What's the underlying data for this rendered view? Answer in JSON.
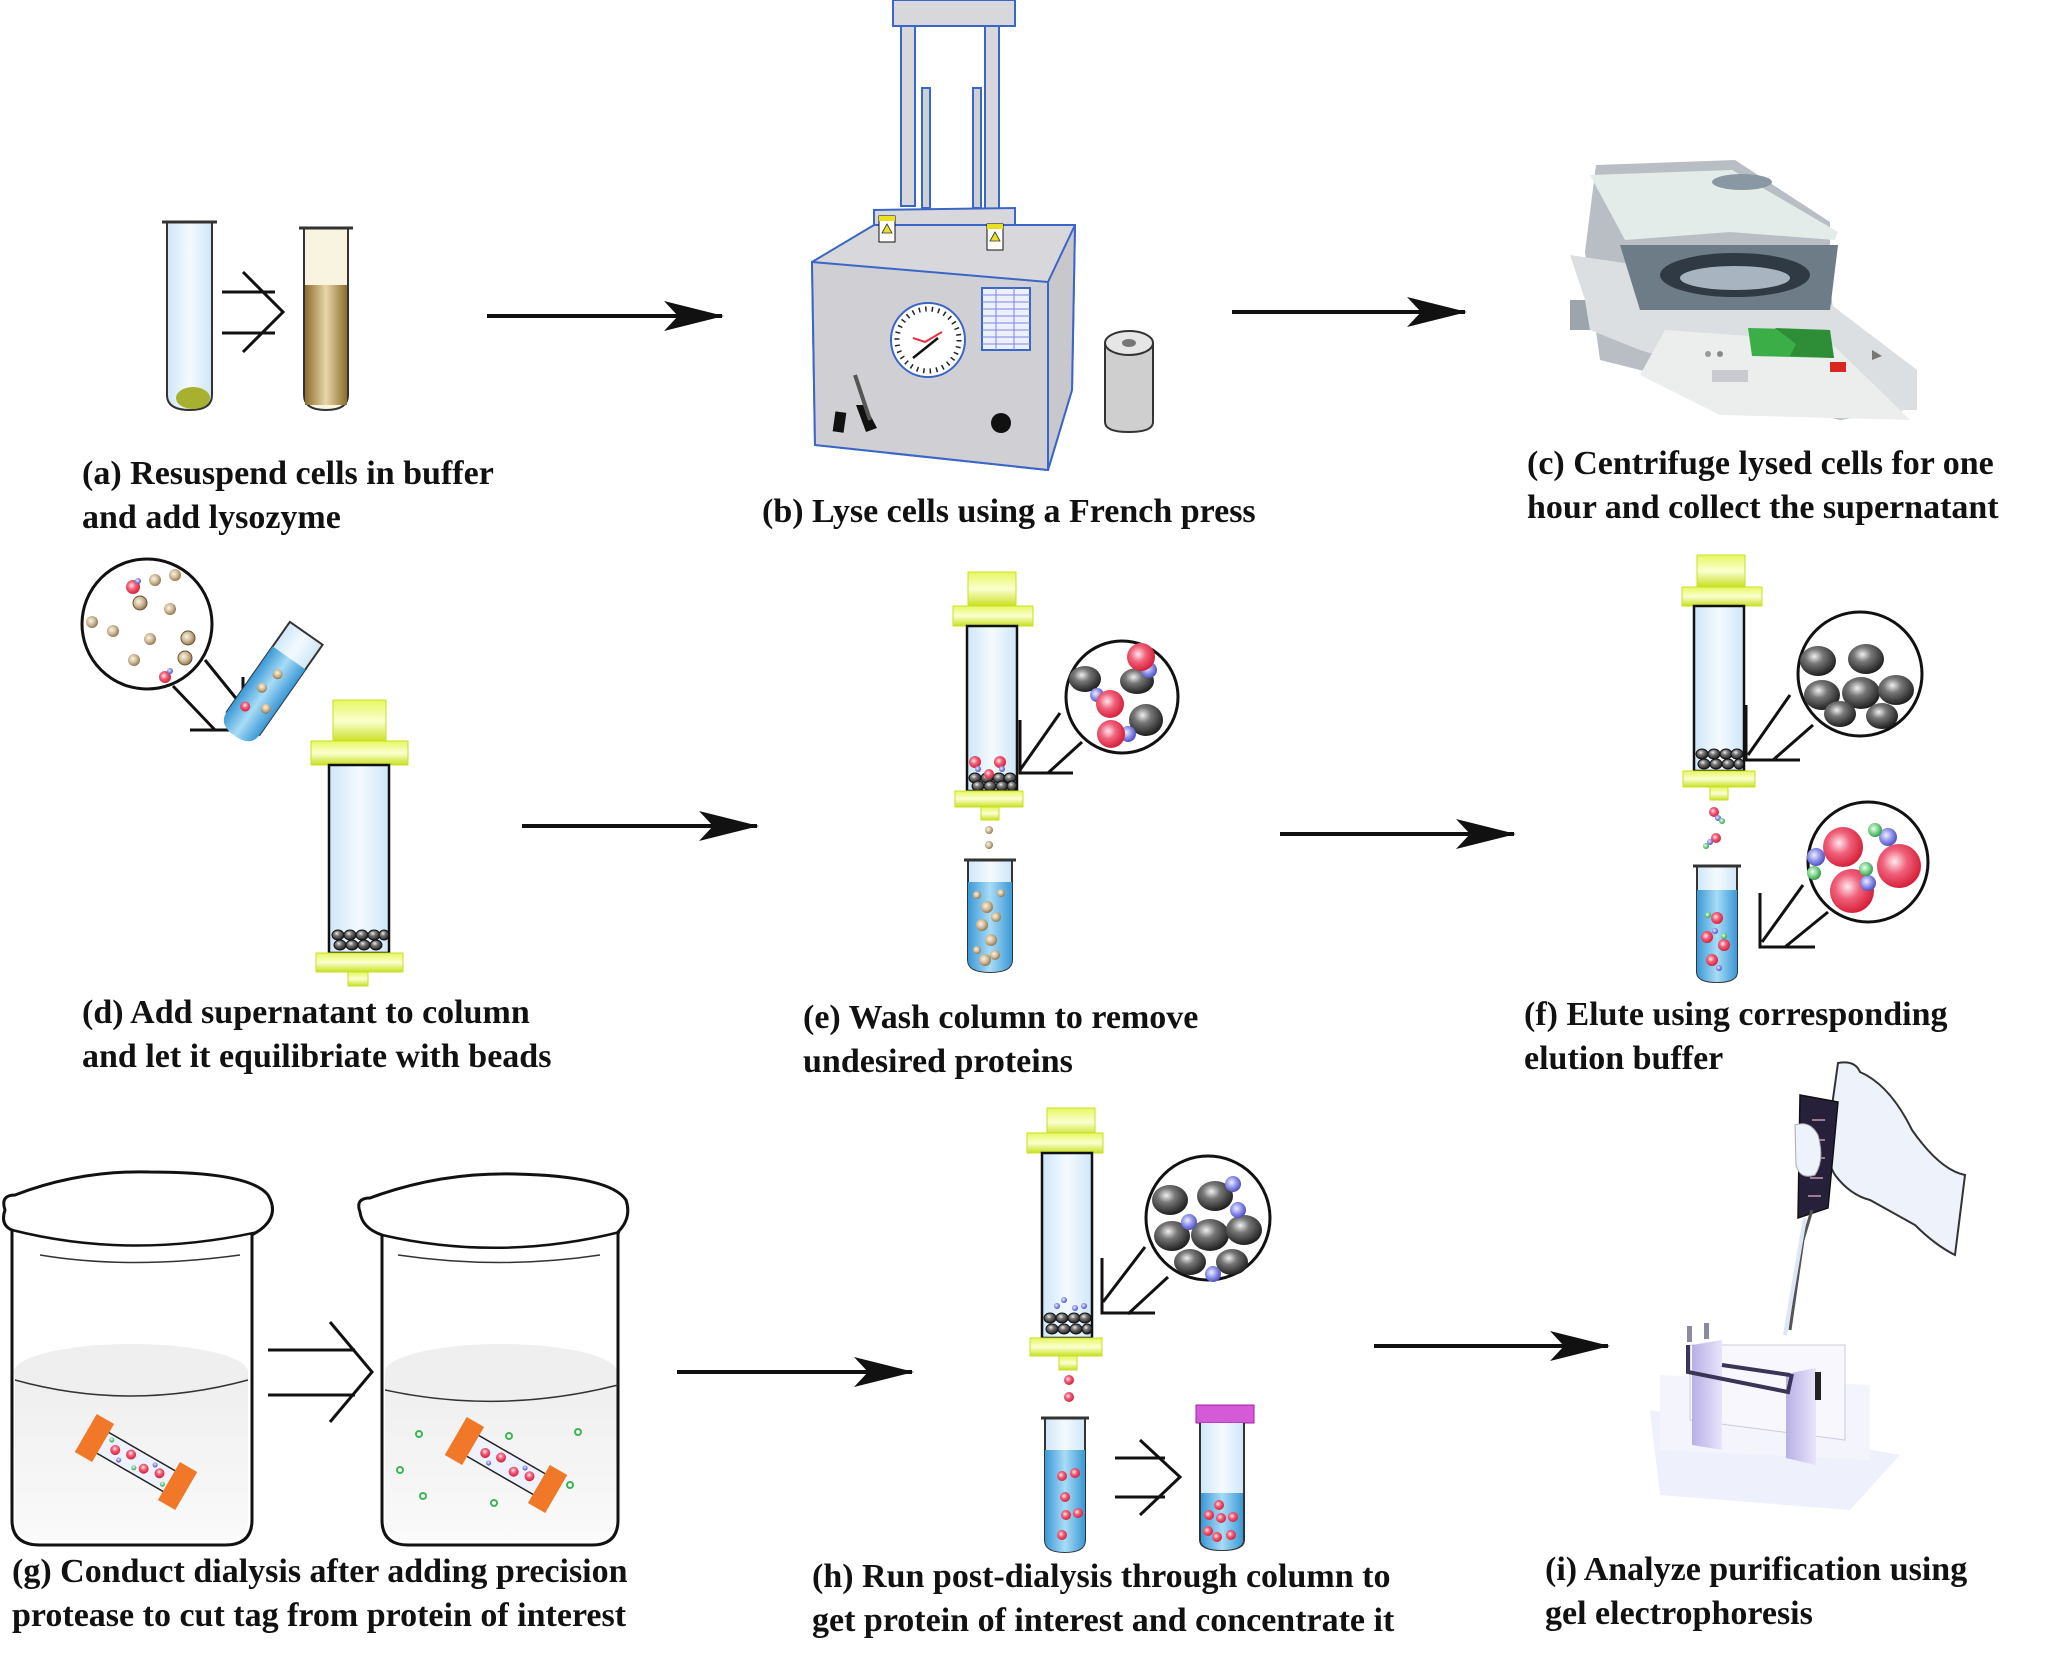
{
  "figure": {
    "type": "protein purification workflow",
    "colors": {
      "column_cap": "#d8f03a",
      "column_glass": "#dff0fb",
      "buffer_blue": "#5fb6e6",
      "bead_dark": "#2b2b2b",
      "protein_red": "#e8304a",
      "tag_blue": "#6f73d6",
      "tag_green": "#3fb35a",
      "dialysis_clip": "#f07828",
      "tube_cap_magenta": "#c040c8",
      "press_body": "#d8d8dc",
      "press_outline": "#3a66c8",
      "centrifuge_screen": "#3cae48",
      "lysate_brown": "#a88a48"
    }
  },
  "steps": [
    {
      "id": "a",
      "lines": [
        "(a) Resuspend cells in buffer",
        "and add lysozyme"
      ],
      "illustration": "test-tubes-resuspension"
    },
    {
      "id": "b",
      "lines": [
        "(b) Lyse cells using a French press"
      ],
      "illustration": "french-press"
    },
    {
      "id": "c",
      "lines": [
        "(c) Centrifuge lysed cells for one",
        "hour and collect the supernatant"
      ],
      "illustration": "centrifuge"
    },
    {
      "id": "d",
      "lines": [
        "(d) Add supernatant to column",
        "and let it equilibriate with beads"
      ],
      "illustration": "column-loading"
    },
    {
      "id": "e",
      "lines": [
        "(e) Wash column to remove",
        "undesired proteins"
      ],
      "illustration": "column-wash"
    },
    {
      "id": "f",
      "lines": [
        "(f) Elute using corresponding",
        "elution buffer"
      ],
      "illustration": "column-elution"
    },
    {
      "id": "g",
      "lines": [
        "(g) Conduct dialysis after adding precision",
        "protease to cut tag from protein of interest"
      ],
      "illustration": "dialysis-beakers"
    },
    {
      "id": "h",
      "lines": [
        "(h) Run post-dialysis through column to",
        "get protein of interest and concentrate it"
      ],
      "illustration": "column-concentrate"
    },
    {
      "id": "i",
      "lines": [
        "(i) Analyze purification using",
        "gel electrophoresis"
      ],
      "illustration": "gel-electrophoresis"
    }
  ],
  "flow": [
    [
      "a",
      "b"
    ],
    [
      "b",
      "c"
    ],
    [
      "d",
      "e"
    ],
    [
      "e",
      "f"
    ],
    [
      "g",
      "h"
    ],
    [
      "h",
      "i"
    ]
  ]
}
